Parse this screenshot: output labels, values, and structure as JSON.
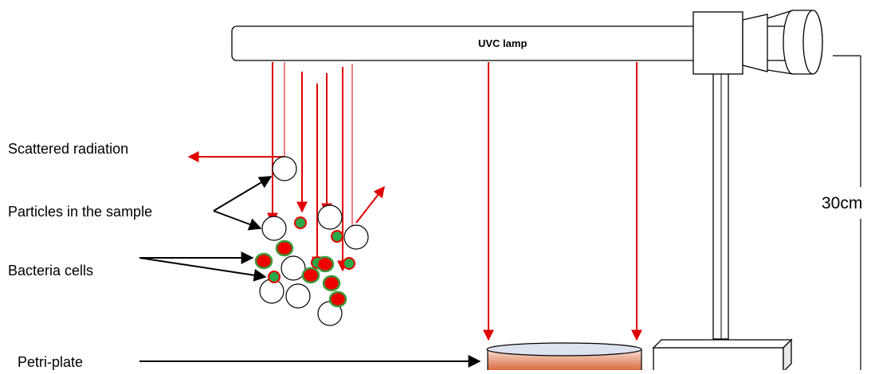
{
  "labels": {
    "lamp": "UVC lamp",
    "scattered": "Scattered radiation",
    "particles": "Particles in the sample",
    "bacteria": "Bacteria cells",
    "petri": "Petri-plate",
    "distance": "30cm"
  },
  "colors": {
    "ray": "#e00000",
    "bacteria_red": "#ee0000",
    "bacteria_green": "#2aa84a",
    "bacteria_ring": "#3a9a3a",
    "outline": "#000000",
    "plate_top": "#dde4f0",
    "plate_fill_top": "#f3d3c5",
    "plate_fill_bottom": "#d9663a"
  }
}
